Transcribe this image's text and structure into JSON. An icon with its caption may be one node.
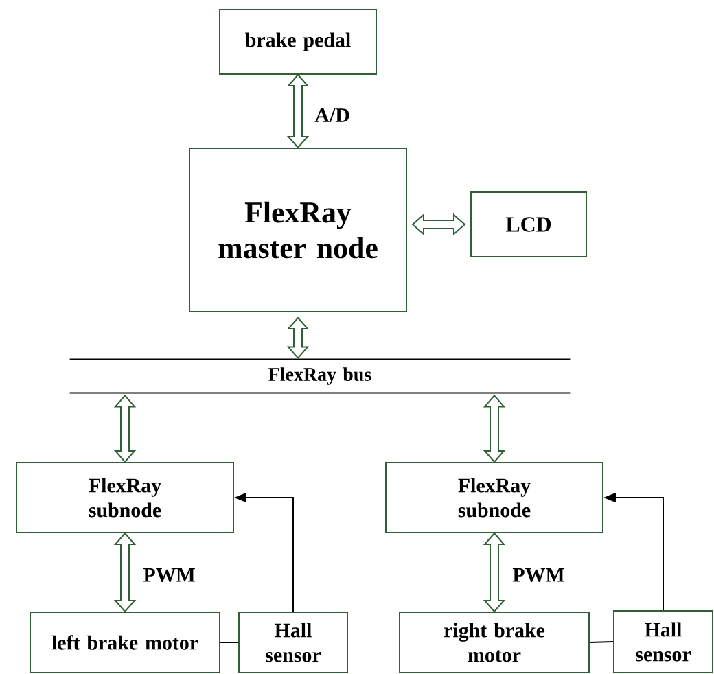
{
  "diagram": {
    "nodes": [
      {
        "text": [
          "brake pedal"
        ]
      },
      {
        "text": [
          "FlexRay master node"
        ]
      },
      {
        "text": [
          "LCD"
        ]
      },
      {
        "text": [
          "FlexRay bus"
        ]
      },
      {
        "text": [
          "FlexRay subnode"
        ]
      },
      {
        "text": [
          "FlexRay subnode"
        ]
      },
      {
        "text": [
          "left brake motor"
        ]
      },
      {
        "text": [
          "Hall sensor"
        ]
      },
      {
        "text": [
          "right brake motor"
        ]
      },
      {
        "text": [
          "Hall sensor"
        ]
      }
    ],
    "edges": [
      {
        "from": 0,
        "to": 1,
        "arrow": "both",
        "label": "A/D"
      },
      {
        "from": 1,
        "to": 2,
        "arrow": "both"
      },
      {
        "from": 1,
        "to": 3,
        "arrow": "both"
      },
      {
        "from": 3,
        "to": 4,
        "arrow": "both"
      },
      {
        "from": 3,
        "to": 5,
        "arrow": "both"
      },
      {
        "from": 4,
        "to": 6,
        "arrow": "both",
        "label": "PWM"
      },
      {
        "from": 5,
        "to": 8,
        "arrow": "both",
        "label": "PWM"
      },
      {
        "from": 7,
        "to": 4,
        "arrow": "to",
        "color": "#000000"
      },
      {
        "from": 9,
        "to": 5,
        "arrow": "to",
        "color": "#000000"
      },
      {
        "from": 6,
        "to": 7,
        "arrow": "none",
        "color": "#000000"
      },
      {
        "from": 8,
        "to": 9,
        "arrow": "none",
        "color": "#000000"
      }
    ]
  }
}
